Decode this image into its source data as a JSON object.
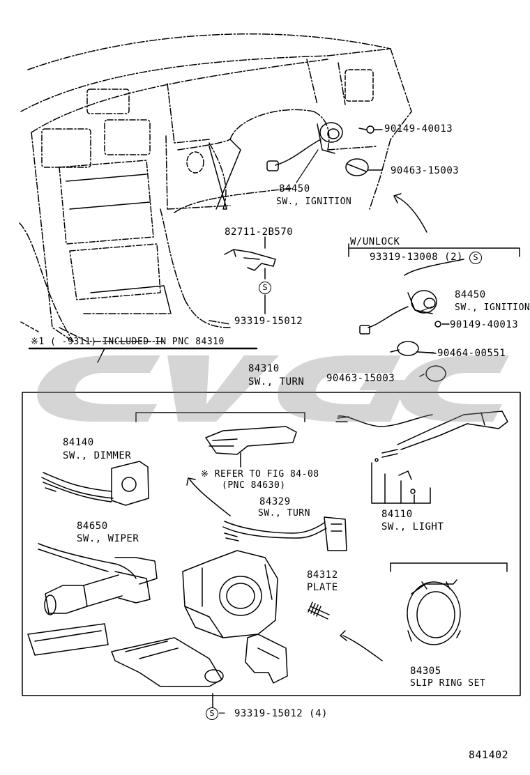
{
  "ignition": {
    "bolt_pn": "90149-40013",
    "clamp_pn": "90463-15003",
    "pnc": "84450",
    "name": "SW., IGNITION"
  },
  "bracket": {
    "pn": "82711-2B570",
    "screw_pn": "93319-15012",
    "screw_symbol": "S"
  },
  "unlock": {
    "header": "W/UNLOCK",
    "screw_pn": "93319-13008 (2)",
    "screw_symbol": "S",
    "pnc": "84450",
    "name": "SW., IGNITION",
    "bolt_pn": "90149-40013",
    "clamp_a_pn": "90464-00551",
    "clamp_b_pn": "90463-15003"
  },
  "note_line": "※1 (    -9311) INCLUDED IN PNC 84310",
  "turn_switch": {
    "pnc": "84310",
    "name": "SW., TURN"
  },
  "parts": {
    "dimmer": {
      "pnc": "84140",
      "name": "SW., DIMMER"
    },
    "refer_note": "※ REFER TO FIG 84-08",
    "refer_pnc": "(PNC 84630)",
    "turn": {
      "pnc": "84329",
      "name": "SW., TURN"
    },
    "wiper": {
      "pnc": "84650",
      "name": "SW., WIPER"
    },
    "light": {
      "pnc": "84110",
      "name": "SW., LIGHT"
    },
    "plate": {
      "pnc": "84312",
      "name": "PLATE"
    },
    "slip_ring": {
      "pnc": "84305",
      "name": "SLIP RING SET"
    }
  },
  "bottom_screw": {
    "symbol": "S",
    "pn": "93319-15012 (4)"
  },
  "figure_no": "841402"
}
